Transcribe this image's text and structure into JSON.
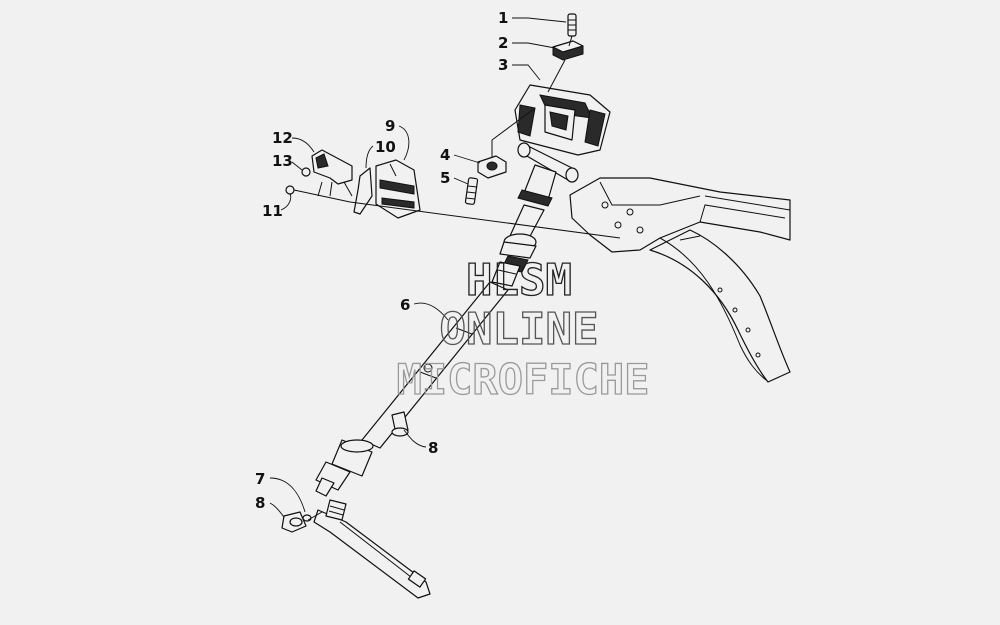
{
  "callouts": [
    {
      "id": "c1",
      "text": "1"
    },
    {
      "id": "c2",
      "text": "2"
    },
    {
      "id": "c3",
      "text": "3"
    },
    {
      "id": "c4",
      "text": "4"
    },
    {
      "id": "c5",
      "text": "5"
    },
    {
      "id": "c6",
      "text": "6"
    },
    {
      "id": "c7",
      "text": "7"
    },
    {
      "id": "c8a",
      "text": "8"
    },
    {
      "id": "c8b",
      "text": "8"
    },
    {
      "id": "c9",
      "text": "9"
    },
    {
      "id": "c10",
      "text": "10"
    },
    {
      "id": "c11",
      "text": "11"
    },
    {
      "id": "c12",
      "text": "12"
    },
    {
      "id": "c13",
      "text": "13"
    }
  ],
  "watermark": {
    "line1": "HLSM",
    "line2": "ONLINE",
    "line3": "MICROFICHE"
  },
  "colors": {
    "background": "#f1f1f1",
    "ink": "#111111",
    "watermark_dark": "#222222",
    "watermark_mid": "#555555",
    "watermark_light": "#9a9a9a"
  }
}
